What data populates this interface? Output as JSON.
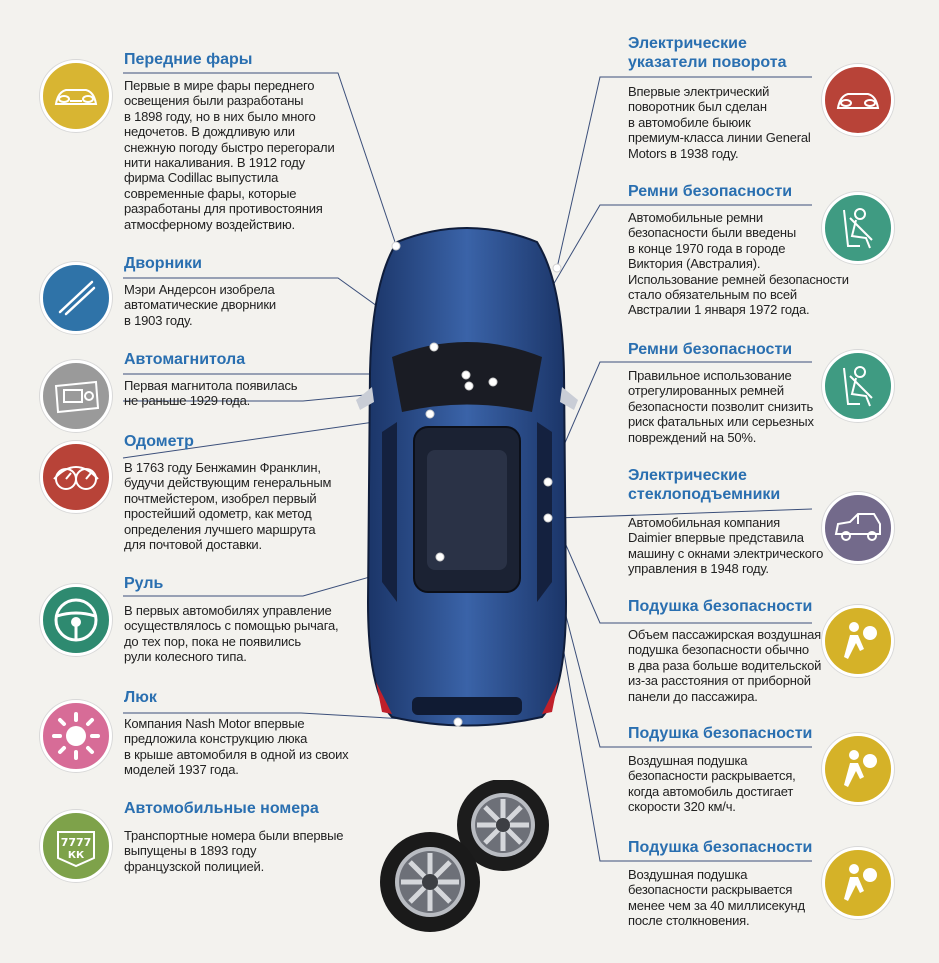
{
  "colors": {
    "yellow": "#d8b532",
    "blue": "#2f73a8",
    "gray": "#9a9a9a",
    "red": "#b84338",
    "green": "#2e8a70",
    "teal": "#3f9b82",
    "pink": "#d76c97",
    "olive": "#7ea24a",
    "purple": "#736a8b",
    "gold": "#d5b228",
    "title_blue": "#2a6fb0",
    "car_blue": "#2d4f8e"
  },
  "items": [
    {
      "title": "Передние фары",
      "desc": "Первые в мире фары переднего\nосвещения были разработаны\nв 1898 году, но в них было много\nнедочетов. В дождливую или\nснежную погоду быстро перегорали\nнити накаливания. В 1912 году\nфирма Codillac выпустила\nсовременные фары, которые\nразработаны для противостояния\nатмосферному воздействию.",
      "icon": "car-front-icon"
    },
    {
      "title": "Дворники",
      "desc": "Мэри Андерсон изобрела\nавтоматические дворники\nв 1903 году.",
      "icon": "wiper-icon"
    },
    {
      "title": "Автомагнитола",
      "desc": "Первая магнитола появилась\nне раньше 1929 года.",
      "icon": "radio-icon"
    },
    {
      "title": "Одометр",
      "desc": "В 1763 году Бенжамин Франклин,\nбудучи действующим генеральным\nпочтмейстером, изобрел первый\nпростейший одометр, как метод\nопределения лучшего маршрута\nдля почтовой доставки.",
      "icon": "odometer-icon"
    },
    {
      "title": "Руль",
      "desc": "В первых автомобилях управление\nосуществлялось с помощью рычага,\nдо тех пор, пока не появились\nрули колесного типа.",
      "icon": "steering-wheel-icon"
    },
    {
      "title": "Люк",
      "desc": "Компания Nash Motor впервые\nпредложила конструкцию люка\nв крыше автомобиля в одной из своих\nмоделей 1937 года.",
      "icon": "sun-icon"
    },
    {
      "title": "Автомобильные номера",
      "desc": "Транспортные номера были впервые\nвыпущены в 1893 году\nфранцузской полицией.",
      "icon": "license-plate-icon",
      "plate_line1": "7777",
      "plate_line2": "КК"
    },
    {
      "title": "Электрические\nуказатели поворота",
      "desc": "Впервые электрический\nповоротник был сделан\nв автомобиле быюик\nпремиум-класса линии General\nMotors в 1938 году.",
      "icon": "car-front-red-icon"
    },
    {
      "title": "Ремни безопасности",
      "desc": "Автомобильные ремни\nбезопасности были введены\nв конце 1970 года в городе\nВиктория (Австралия).\nИспользование ремней безопасности\nстало обязательным по всей\nАвстралии 1 января 1972 года.",
      "icon": "seatbelt-icon"
    },
    {
      "title": "Ремни безопасности",
      "desc": "Правильное использование\nотрегулированных ремней\nбезопасности позволит снизить\nриск фатальных или серьезных\nповреждений на 50%.",
      "icon": "seatbelt-icon"
    },
    {
      "title": "Электрические\nстеклоподъемники",
      "desc": "Автомобильная компания\nDaimier впервые представила\nмашину с окнами электрического\nуправления в 1948 году.",
      "icon": "car-side-icon"
    },
    {
      "title": "Подушка безопасности",
      "desc": "Объем пассажирская воздушная\nподушка безопасности обычно\nв два раза больше водительской\nиз-за расстояния от приборной\nпанели до пассажира.",
      "icon": "airbag-icon"
    },
    {
      "title": "Подушка безопасности",
      "desc": "Воздушная подушка\nбезопасности раскрывается,\nкогда автомобиль достигает\nскорости 320 км/ч.",
      "icon": "airbag-icon"
    },
    {
      "title": "Подушка безопасности",
      "desc": "Воздушная подушка\nбезопасности раскрывается\nменее чем за 40 миллисекунд\nпосле столкновения.",
      "icon": "airbag-icon"
    }
  ]
}
